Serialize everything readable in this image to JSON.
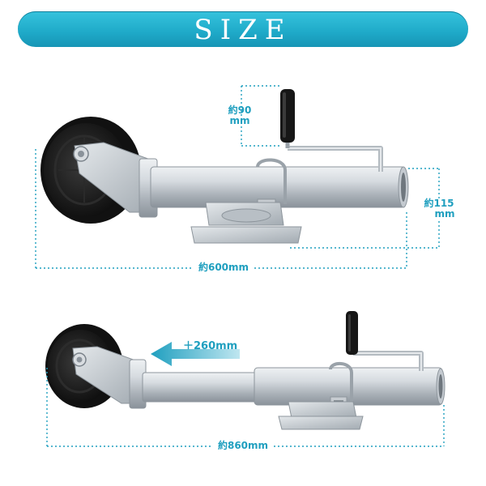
{
  "banner": {
    "title": "SIZE"
  },
  "top_product": {
    "handle_height": {
      "value": "約90",
      "unit": "mm"
    },
    "tube_height": {
      "value": "約115",
      "unit": "mm"
    },
    "total_length": {
      "label": "約600mm"
    }
  },
  "bottom_product": {
    "extension": {
      "label": "＋260mm"
    },
    "total_length": {
      "label": "約860mm"
    }
  },
  "colors": {
    "accent": "#1f9fbf",
    "banner": "#24b2cf",
    "steel": "#c9ced3",
    "wheel": "#1a1a1a"
  }
}
